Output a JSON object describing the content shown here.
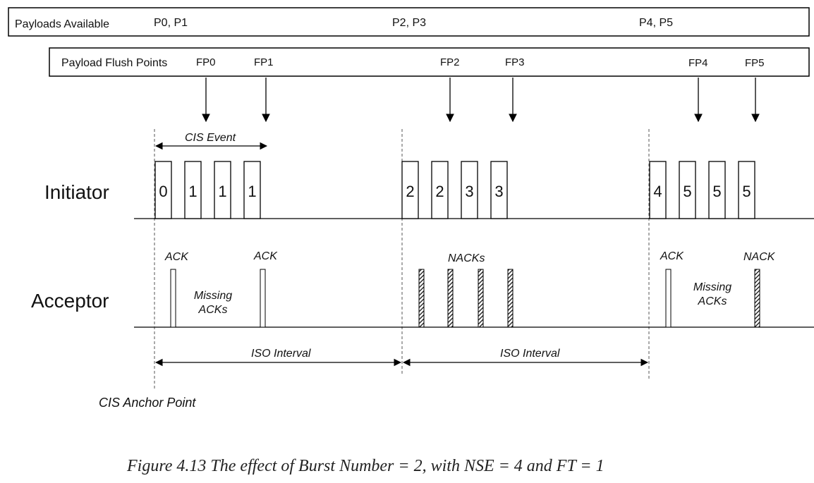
{
  "payloads_bar": {
    "label": "Payloads Available",
    "groups": [
      "P0, P1",
      "P2, P3",
      "P4, P5"
    ]
  },
  "flush_bar": {
    "label": "Payload Flush Points",
    "points": [
      "FP0",
      "FP1",
      "FP2",
      "FP3",
      "FP4",
      "FP5"
    ]
  },
  "cis_event_label": "CIS Event",
  "initiator": {
    "label": "Initiator",
    "packets": [
      "0",
      "1",
      "1",
      "1",
      "2",
      "2",
      "3",
      "3",
      "4",
      "5",
      "5",
      "5"
    ]
  },
  "acceptor": {
    "label": "Acceptor",
    "annotations": [
      "ACK",
      "ACK",
      "NACKs",
      "ACK",
      "NACK"
    ],
    "missing": [
      "Missing\nACKs",
      "Missing\nACKs"
    ],
    "responses": [
      "ACK",
      "ACK",
      "NACK",
      "NACK",
      "NACK",
      "NACK",
      "ACK",
      "NACK"
    ]
  },
  "iso_intervals": [
    "ISO Interval",
    "ISO Interval"
  ],
  "anchor_label": "CIS Anchor Point",
  "caption": "Figure 4.13  The effect of Burst Number = 2, with NSE = 4 and FT = 1",
  "colors": {
    "stroke": "#000000",
    "dashed": "#555555",
    "hatch": "#000000"
  }
}
